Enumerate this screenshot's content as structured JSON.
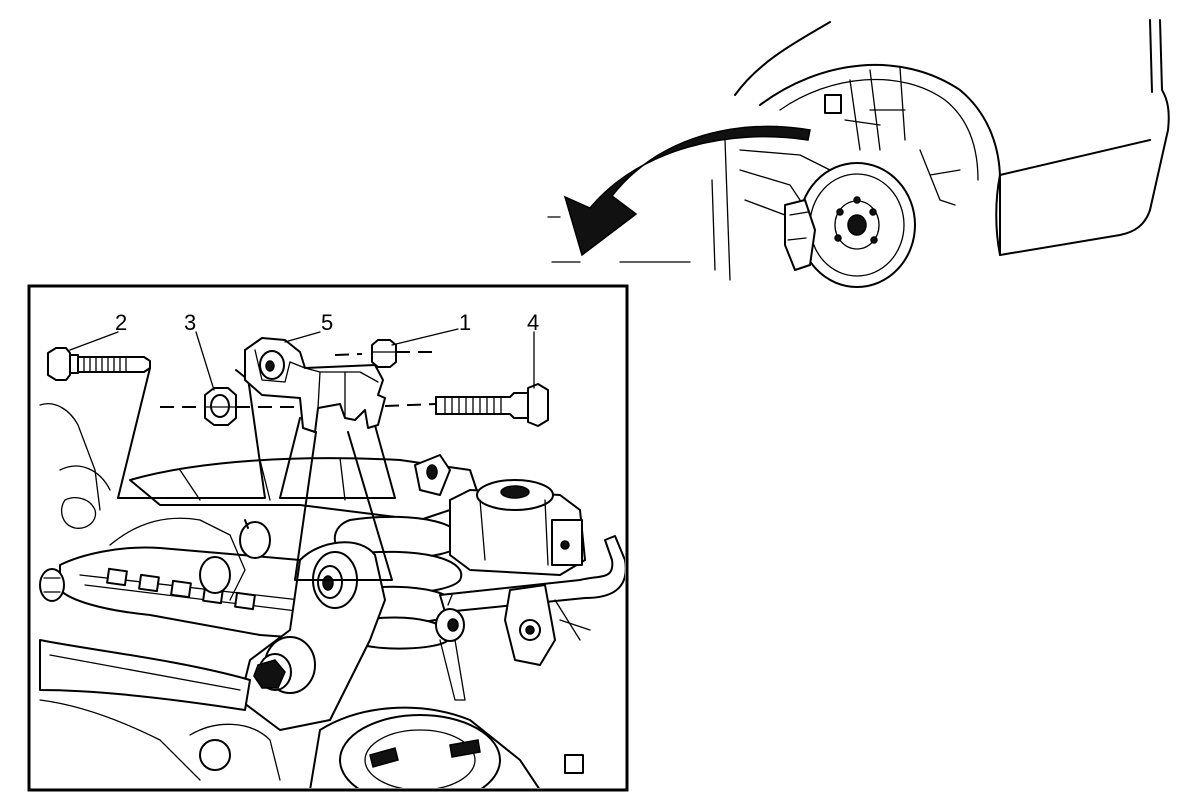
{
  "callouts": {
    "c1": "1",
    "c2": "2",
    "c3": "3",
    "c4": "4",
    "c5": "5"
  },
  "colors": {
    "line": "#000000",
    "background": "#ffffff",
    "arrow": "#111111"
  }
}
